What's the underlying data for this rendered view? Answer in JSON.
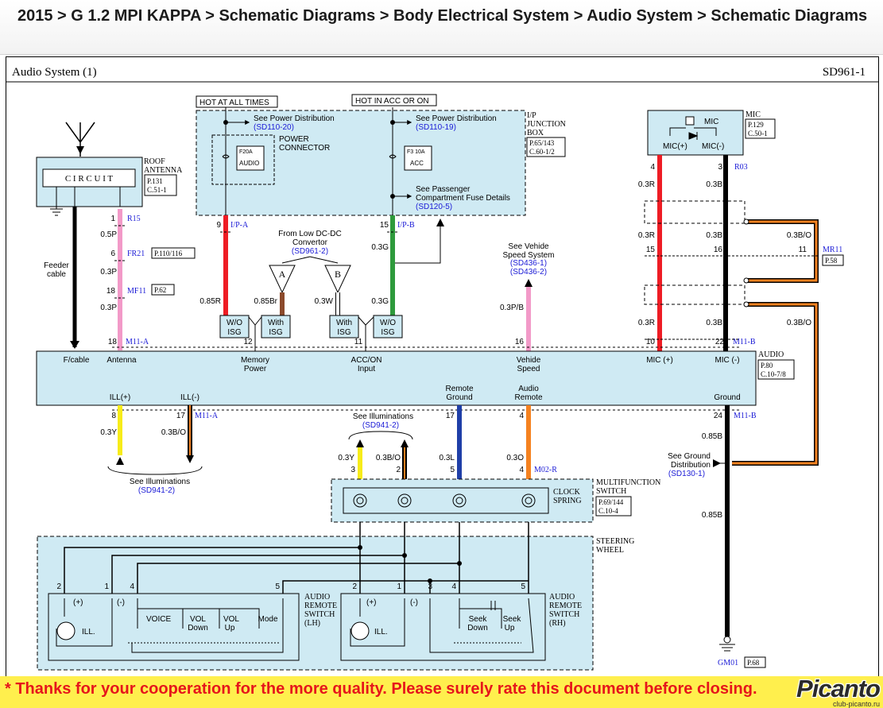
{
  "header": {
    "title": "2015 > G 1.2 MPI KAPPA > Schematic Diagrams > Body Electrical System > Audio System > Schematic Diagrams"
  },
  "sheet": {
    "name": "Audio System (1)",
    "code": "SD961-1"
  },
  "boxes": {
    "hot_always": "HOT AT ALL TIMES",
    "hot_acc": "HOT IN ACC OR ON",
    "see_power_1": "See Power Distribution",
    "see_power_1_ref": "(SD110-20)",
    "see_power_2": "See Power Distribution",
    "see_power_2_ref": "(SD110-19)",
    "power_connector_1": "POWER",
    "power_connector_2": "CONNECTOR",
    "fuse_audio_id": "F20A",
    "fuse_audio": "AUDIO",
    "fuse_acc_id": "F3 10A",
    "fuse_acc": "ACC",
    "passenger_1": "See Passenger",
    "passenger_2": "Compartment Fuse Details",
    "passenger_ref": "(SD120-5)",
    "ip_1": "I/P",
    "ip_2": "JUNCTION",
    "ip_3": "BOX",
    "ip_ref_1": "P.65/143",
    "ip_ref_2": "C.60-1/2"
  },
  "antenna": {
    "circuit": "C I R C U I T",
    "name_1": "ROOF",
    "name_2": "ANTENNA",
    "ref_1": "P.131",
    "ref_2": "C.51-1",
    "feeder_1": "Feeder",
    "feeder_2": "cable",
    "pin1": "1",
    "r15": "R15",
    "w05p": "0.5P",
    "pin6": "6",
    "fr21": "FR21",
    "fr21_ref": "P.110/116",
    "w03p_a": "0.3P",
    "pin18": "18",
    "mf11": "MF11",
    "mf11_ref": "P.62",
    "w03p_b": "0.3P",
    "pin18b": "18",
    "m11a": "M11-A"
  },
  "power": {
    "pin9": "9",
    "ipa": "I/P-A",
    "w085r": "0.85R",
    "pin15": "15",
    "ipb": "I/P-B",
    "w03g_a": "0.3G",
    "w03g_b": "0.3G",
    "dcdc_1": "From Low DC-DC",
    "dcdc_2": "Convertor",
    "dcdc_ref": "(SD961-2)",
    "a": "A",
    "b": "B",
    "w085br": "0.85Br",
    "w03w": "0.3W",
    "wo": "W/O",
    "with": "With",
    "isg": "ISG",
    "pin12": "12",
    "pin11": "11"
  },
  "vehicle": {
    "see_1": "See Vehide",
    "see_2": "Speed System",
    "ref_1": "(SD436-1)",
    "ref_2": "(SD436-2)",
    "wire": "0.3P/B",
    "pin16": "16"
  },
  "mic": {
    "label": "MIC",
    "ref_1": "P.129",
    "ref_2": "C.50-1",
    "inner": "MIC",
    "plus": "MIC(+)",
    "minus": "MIC(-)",
    "pin4": "4",
    "pin3": "3",
    "r03": "R03",
    "w03r_a": "0.3R",
    "w03b_a": "0.3B",
    "w03r_b": "0.3R",
    "w03b_b": "0.3B",
    "w03bo_a": "0.3B/O",
    "pin15": "15",
    "pin16": "16",
    "pin11": "11",
    "mr11": "MR11",
    "mr11_ref": "P.58",
    "w03r_c": "0.3R",
    "w03b_c": "0.3B",
    "w03bo_b": "0.3B/O",
    "pin10": "10",
    "pin22": "22",
    "m11b": "M11-B"
  },
  "audio": {
    "fcable": "F/cable",
    "antenna": "Antenna",
    "memory_1": "Memory",
    "memory_2": "Power",
    "acc_1": "ACC/ON",
    "acc_2": "Input",
    "vs_1": "Vehide",
    "vs_2": "Speed",
    "mic_plus": "MIC (+)",
    "mic_minus": "MIC (-)",
    "ill_plus": "ILL(+)",
    "ill_minus": "ILL(-)",
    "rg_1": "Remote",
    "rg_2": "Ground",
    "ar_1": "Audio",
    "ar_2": "Remote",
    "ground": "Ground",
    "name": "AUDIO",
    "ref_1": "P.80",
    "ref_2": "C.10-7/8"
  },
  "lower": {
    "pin8": "8",
    "pin17a": "17",
    "m11a": "M11-A",
    "w03y": "0.3Y",
    "w03bo": "0.3B/O",
    "see_ill": "See Illuminations",
    "see_ill_ref": "(SD941-2)",
    "see_ill2": "See Illuminations",
    "see_ill2_ref": "(SD941-2)",
    "pin17b": "17",
    "pin4": "4",
    "pin24": "24",
    "m11b": "M11-B",
    "w03y2": "0.3Y",
    "w03bo2": "0.3B/O",
    "w03l": "0.3L",
    "w03o": "0.3O",
    "m02r": "M02-R",
    "w085b_a": "0.85B",
    "w085b_b": "0.85B",
    "see_gnd_1": "See Ground",
    "see_gnd_2": "Distribution",
    "see_gnd_ref": "(SD130-1)",
    "p3": "3",
    "p2": "2",
    "p5": "5",
    "p4": "4",
    "clock_1": "CLOCK",
    "clock_2": "SPRING",
    "mf_1": "MULTIFUNCTION",
    "mf_2": "SWITCH",
    "mf_ref_1": "P.69/144",
    "mf_ref_2": "C.10-4",
    "sw_1": "STEERING",
    "sw_2": "WHEEL",
    "gm01": "GM01",
    "gm01_ref": "P.68"
  },
  "lh": {
    "p2": "2",
    "p1": "1",
    "p4": "4",
    "p5": "5",
    "plus": "(+)",
    "minus": "(-)",
    "ill": "ILL.",
    "voice": "VOICE",
    "vol_down_1": "VOL",
    "vol_down_2": "Down",
    "vol_up_1": "VOL",
    "vol_up_2": "Up",
    "mode": "Mode",
    "name_1": "AUDIO",
    "name_2": "REMOTE",
    "name_3": "SWITCH",
    "name_4": "(LH)"
  },
  "rh": {
    "p2": "2",
    "p1": "1",
    "p3": "3",
    "p4": "4",
    "p5": "5",
    "plus": "(+)",
    "minus": "(-)",
    "ill": "ILL.",
    "seek_down_1": "Seek",
    "seek_down_2": "Down",
    "seek_up_1": "Seek",
    "seek_up_2": "Up",
    "name_1": "AUDIO",
    "name_2": "REMOTE",
    "name_3": "SWITCH",
    "name_4": "(RH)"
  },
  "footer": {
    "note": "* Thanks for your cooperation for the more quality. Please surely rate this document before closing.",
    "brand": "Picanto",
    "site": "club-picanto.ru"
  },
  "colors": {
    "box_fill": "#cfeaf3",
    "footer_bg": "#ffef4d",
    "footer_text": "#e6151b",
    "wire_pink": "#f29ac8",
    "wire_red": "#ee1c24",
    "wire_green": "#2e9a3c",
    "wire_brown": "#8b4a2b",
    "wire_yellow": "#f7ec1a",
    "wire_blue": "#1f3fa8",
    "wire_orange": "#f58220",
    "ref_blue": "#1a1ad6"
  }
}
